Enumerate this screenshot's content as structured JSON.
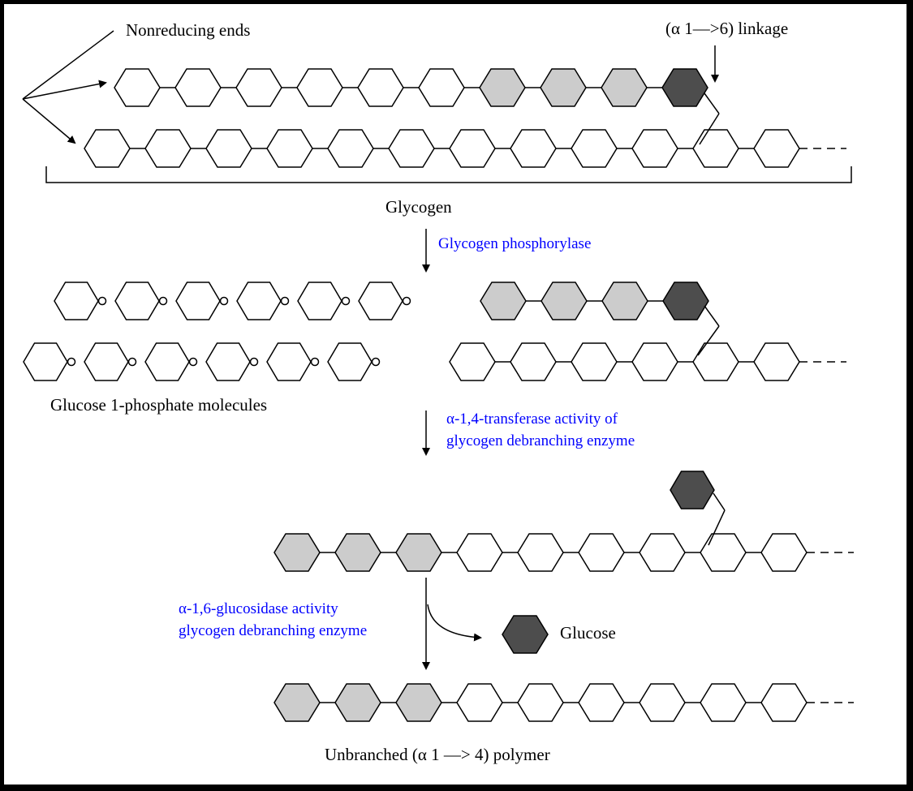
{
  "colors": {
    "background": "#ffffff",
    "border": "#000000",
    "hex_plain": "#ffffff",
    "hex_light": "#cccccc",
    "hex_dark": "#4d4d4d",
    "stroke": "#000000",
    "enzyme_text": "#0000ff"
  },
  "labels": {
    "nonreducing_ends": "Nonreducing ends",
    "linkage": "(α 1—>6) linkage",
    "glycogen": "Glycogen",
    "glucose_1_phosphate": "Glucose 1-phosphate molecules",
    "glucose": "Glucose",
    "unbranched_polymer": "Unbranched  (α 1 —> 4) polymer"
  },
  "enzymes": {
    "phosphorylase": "Glycogen phosphorylase",
    "transferase_line1": "α-1,4-transferase activity of",
    "transferase_line2": "glycogen debranching enzyme",
    "glucosidase_line1": "α-1,6-glucosidase activity",
    "glucosidase_line2": "glycogen debranching enzyme"
  },
  "stages": {
    "glycogen_branch": [
      "plain",
      "plain",
      "plain",
      "plain",
      "plain",
      "plain",
      "light",
      "light",
      "light",
      "dark"
    ],
    "glycogen_main": [
      "plain",
      "plain",
      "plain",
      "plain",
      "plain",
      "plain",
      "plain",
      "plain",
      "plain",
      "plain",
      "plain",
      "plain"
    ],
    "after_phosphorylase_branch": [
      "light",
      "light",
      "light",
      "dark"
    ],
    "after_phosphorylase_main": [
      "plain",
      "plain",
      "plain",
      "plain",
      "plain",
      "plain"
    ],
    "released_g1p_row1_count": 6,
    "released_g1p_row2_count": 6,
    "after_transferase_main": [
      "light",
      "light",
      "light",
      "plain",
      "plain",
      "plain",
      "plain",
      "plain",
      "plain"
    ],
    "after_transferase_branch": [
      "dark"
    ],
    "unbranched_polymer": [
      "light",
      "light",
      "light",
      "plain",
      "plain",
      "plain",
      "plain",
      "plain",
      "plain"
    ]
  }
}
